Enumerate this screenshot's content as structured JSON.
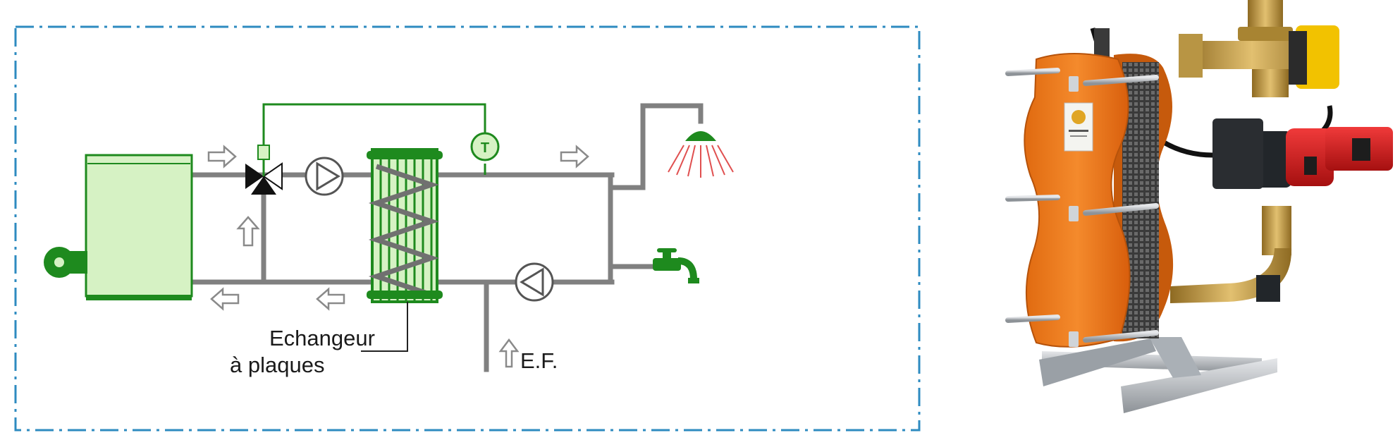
{
  "diagram": {
    "exchanger_label_line1": "Echangeur",
    "exchanger_label_line2": "à plaques",
    "cold_water_label": "E.F.",
    "thermostat_symbol": "T",
    "colors": {
      "frame": "#2e8bc0",
      "pipe": "#808080",
      "green": "#1e8a1e",
      "green_light": "#d6f2c4",
      "shower_red": "#e05050",
      "arrow_fill": "#ffffff"
    }
  },
  "photo": {
    "colors": {
      "plate_orange": "#f07a1e",
      "pump_red": "#d61c1c",
      "brass": "#c9a34a",
      "steel": "#b8bcc2",
      "valve_yellow": "#f2c200"
    }
  }
}
